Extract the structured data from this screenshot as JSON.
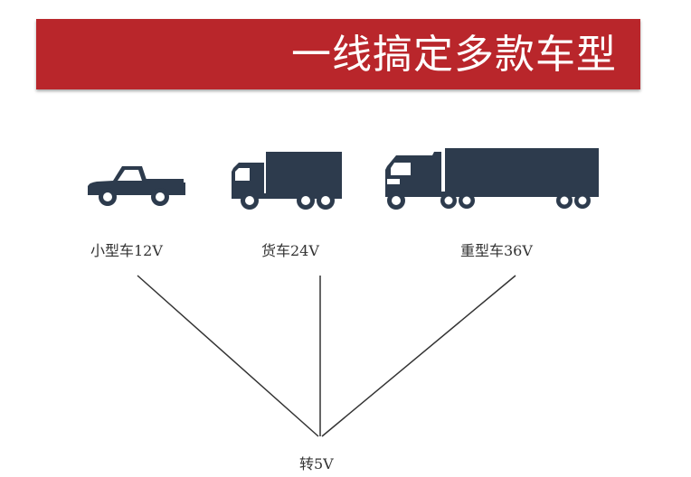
{
  "banner": {
    "title": "一线搞定多款车型",
    "color": "#b9262b"
  },
  "vehicles": [
    {
      "icon": "pickup-truck-icon",
      "label": "小型车12V"
    },
    {
      "icon": "box-truck-icon",
      "label": "货车24V"
    },
    {
      "icon": "semi-truck-icon",
      "label": "重型车36V"
    }
  ],
  "output": {
    "label": "转5V"
  },
  "colors": {
    "vehicle": "#2d3b4d",
    "line": "#333333"
  }
}
